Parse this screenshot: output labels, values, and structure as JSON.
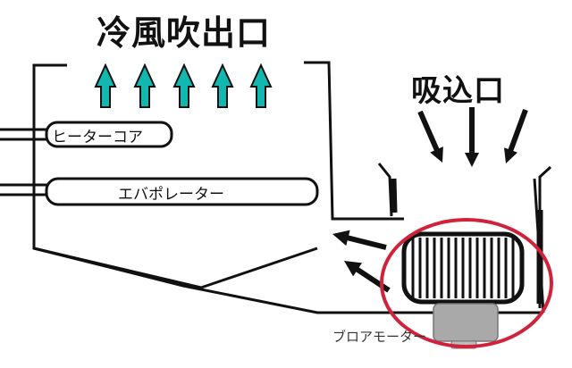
{
  "labels": {
    "outlet_title": "冷風吹出口",
    "inlet_title": "吸込口",
    "heater_core": "ヒーターコア",
    "evaporator": "エバポレーター",
    "blower_motor": "ブロアモーター"
  },
  "icons": {
    "outlet_arrow": "up-arrow-icon",
    "inlet_arrow": "down-arrow-icon",
    "airflow_arrow": "left-arrow-icon"
  },
  "colors": {
    "outlet_arrow_fill": "#12b8b0",
    "highlight_circle": "#d0223a",
    "outline": "#111111",
    "motor_body": "#a9a9a9"
  }
}
